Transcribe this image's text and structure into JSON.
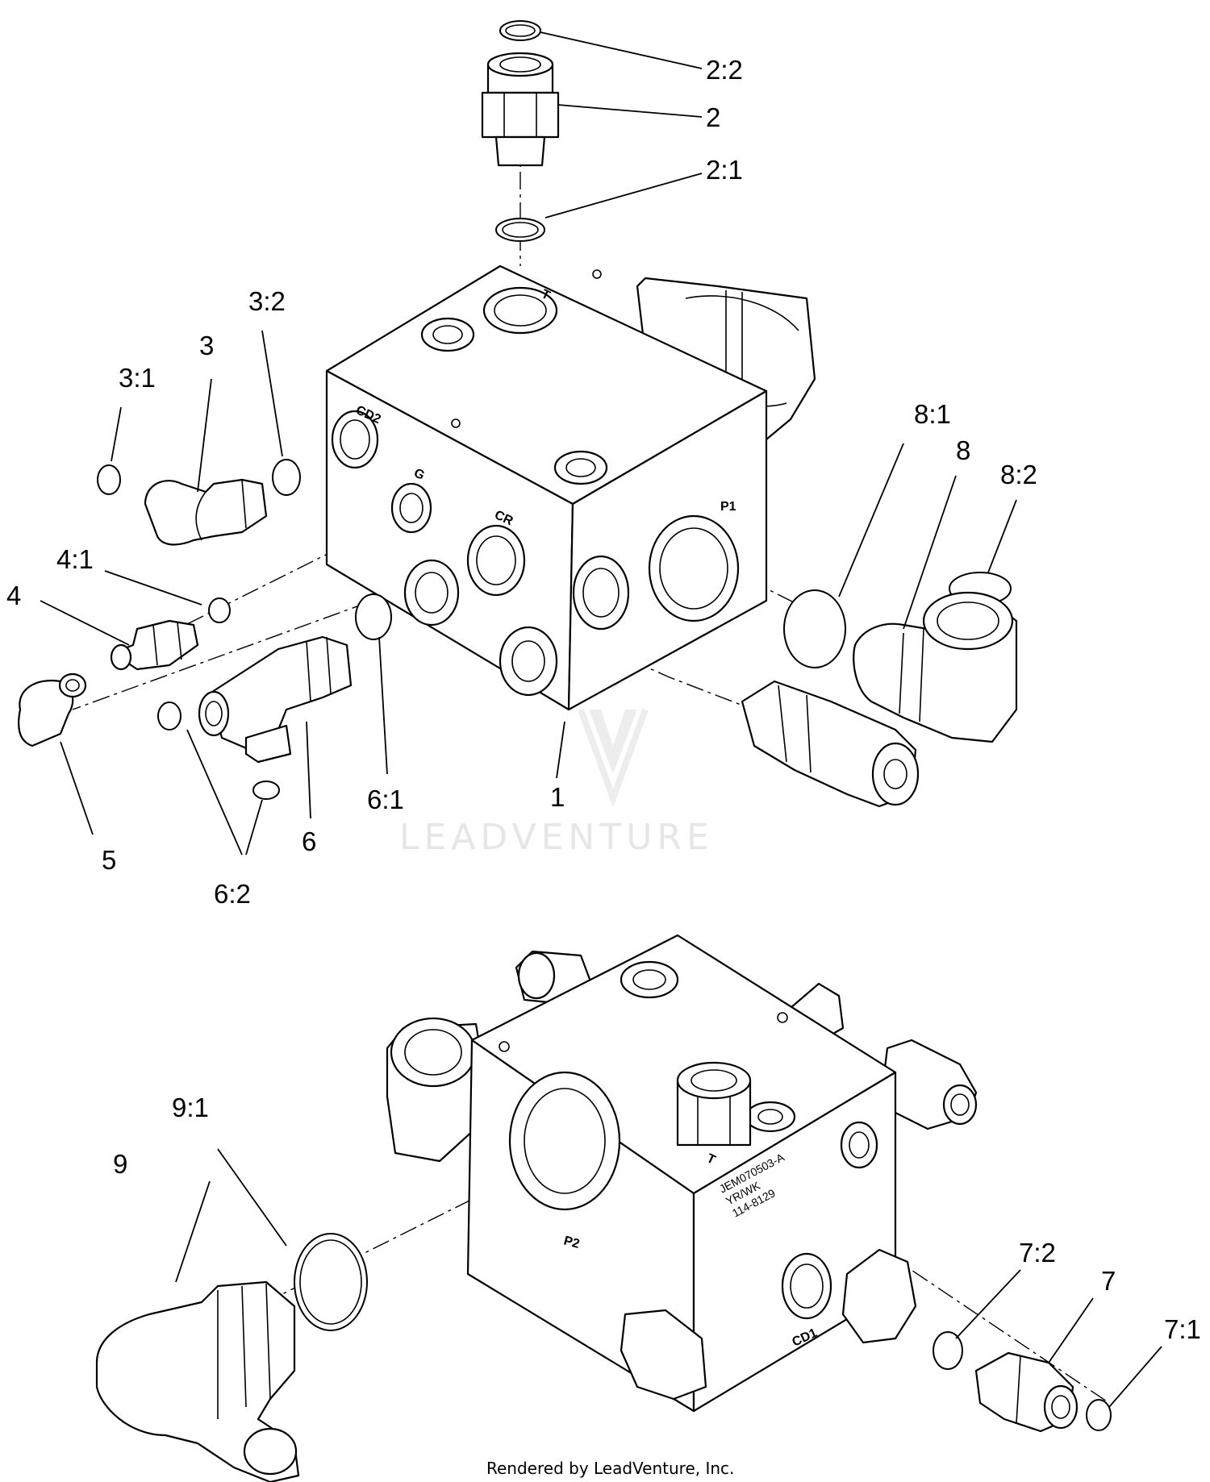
{
  "callouts": {
    "c1": "1",
    "c2": "2",
    "c2_1": "2:1",
    "c2_2": "2:2",
    "c3": "3",
    "c3_1": "3:1",
    "c3_2": "3:2",
    "c4": "4",
    "c4_1": "4:1",
    "c5": "5",
    "c6": "6",
    "c6_1": "6:1",
    "c6_2": "6:2",
    "c7": "7",
    "c7_1": "7:1",
    "c7_2": "7:2",
    "c8": "8",
    "c8_1": "8:1",
    "c8_2": "8:2",
    "c9": "9",
    "c9_1": "9:1"
  },
  "ports": {
    "T_upper": "T",
    "CD2": "CD2",
    "G": "G",
    "CR": "CR",
    "P1": "P1",
    "T_lower": "T",
    "P2": "P2",
    "CD1": "CD1"
  },
  "stamp": {
    "line1": "JEM070503-A",
    "line2": "YR/WK",
    "line3": "114-8129"
  },
  "watermark": "LEADVENTURE",
  "footer": "Rendered by LeadVenture, Inc.",
  "icons": [
    "leadventure-logo-icon"
  ]
}
